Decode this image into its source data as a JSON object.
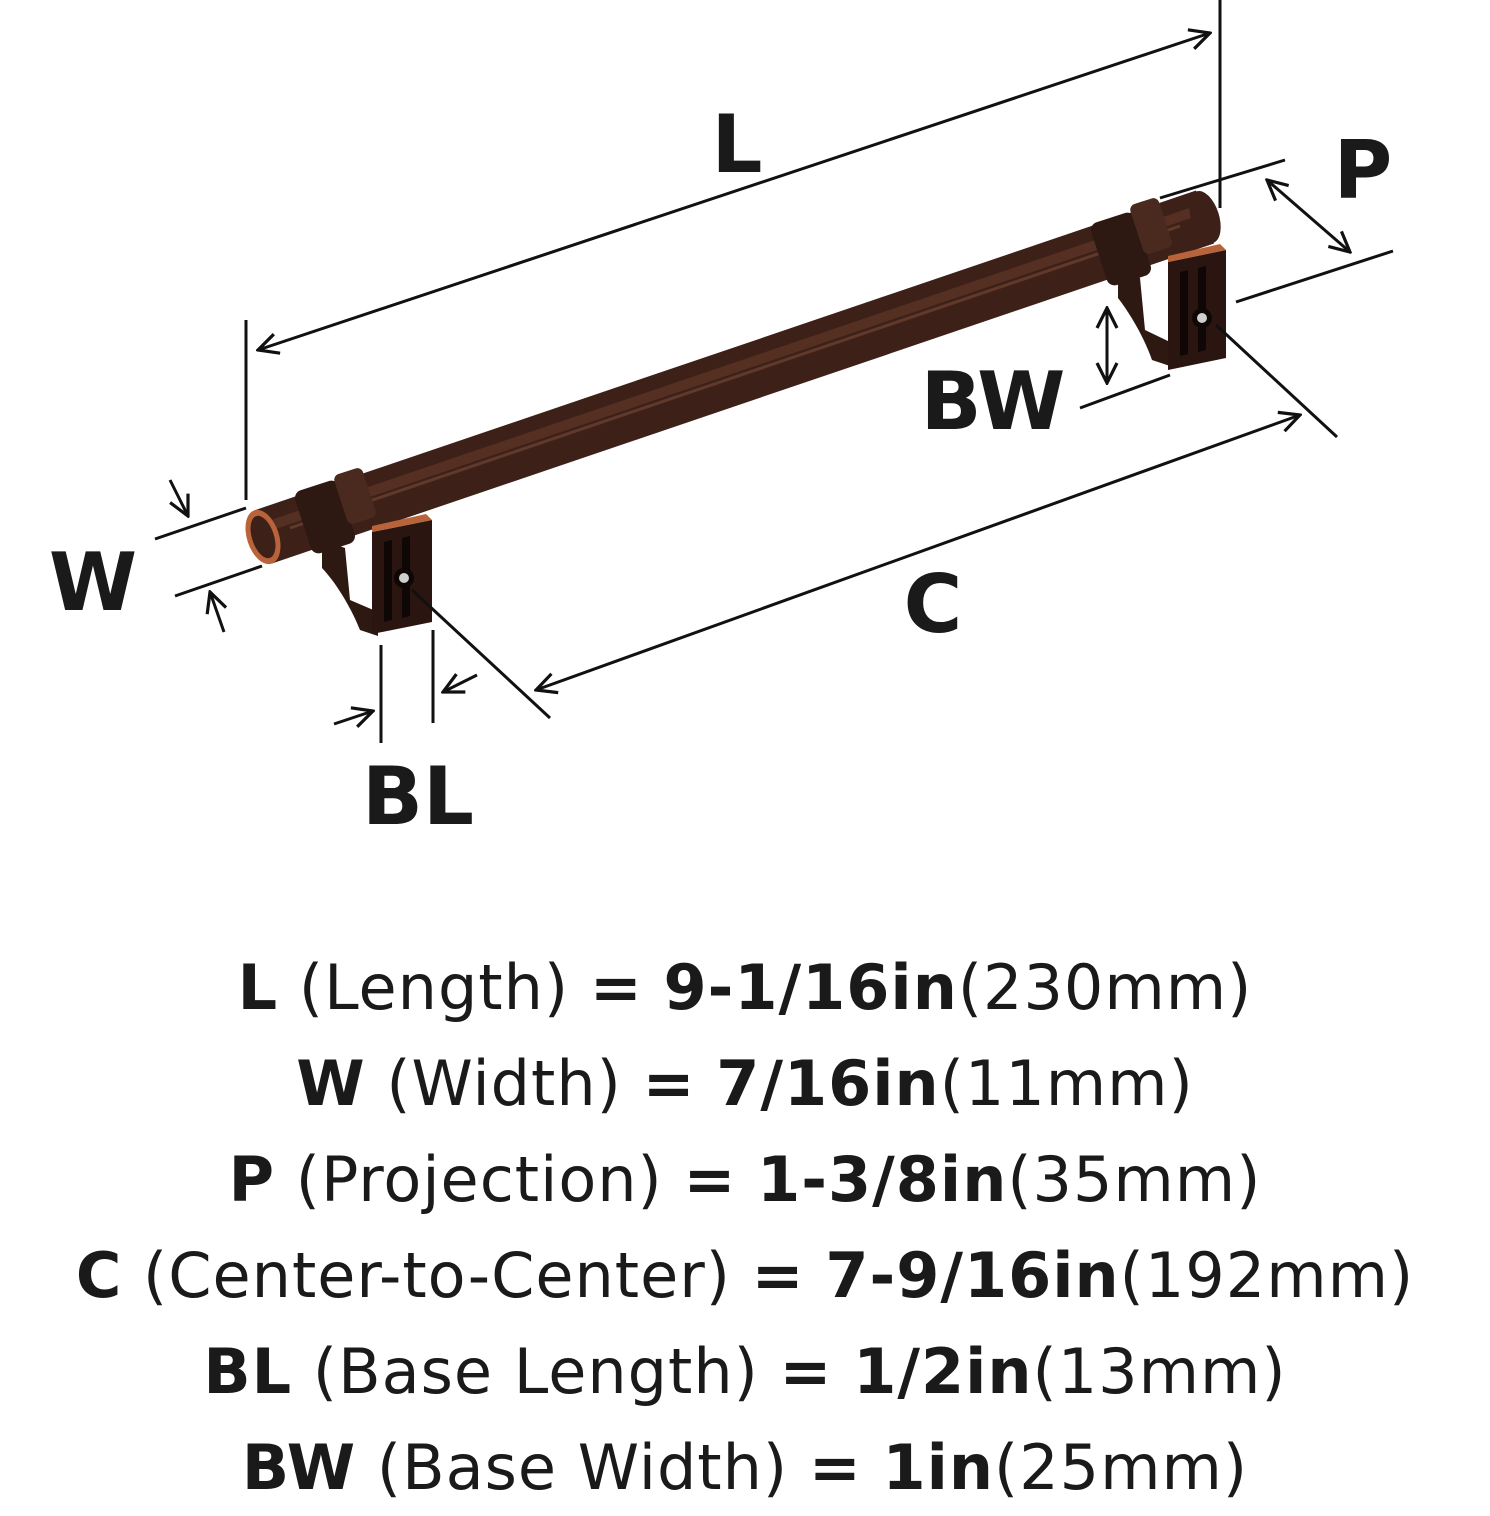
{
  "diagram": {
    "labels": {
      "L": "L",
      "P": "P",
      "BW": "BW",
      "W": "W",
      "C": "C",
      "BL": "BL"
    },
    "colors": {
      "bronze": "#3d2118",
      "copper": "#b9633a",
      "line": "#111111"
    }
  },
  "specs": [
    {
      "code": "L",
      "name": "(Length)",
      "eq": "=",
      "imperial": "9-1/16in",
      "metric": "(230mm)"
    },
    {
      "code": "W",
      "name": "(Width)",
      "eq": "=",
      "imperial": "7/16in",
      "metric": "(11mm)"
    },
    {
      "code": "P",
      "name": "(Projection)",
      "eq": "=",
      "imperial": "1-3/8in",
      "metric": "(35mm)"
    },
    {
      "code": "C",
      "name": "(Center-to-Center)",
      "eq": "=",
      "imperial": "7-9/16in",
      "metric": "(192mm)"
    },
    {
      "code": "BL",
      "name": "(Base Length)",
      "eq": "=",
      "imperial": "1/2in",
      "metric": "(13mm)"
    },
    {
      "code": "BW",
      "name": "(Base Width)",
      "eq": "=",
      "imperial": "1in",
      "metric": "(25mm)"
    }
  ]
}
